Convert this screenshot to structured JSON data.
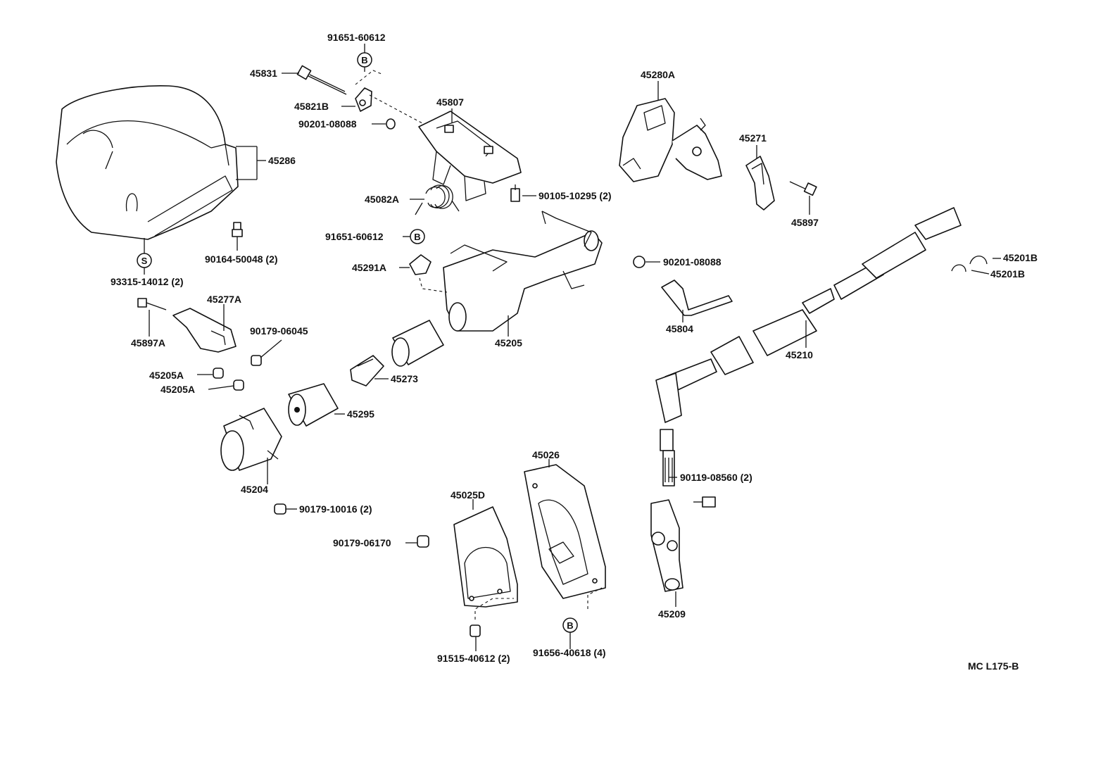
{
  "labels": {
    "l_91651_60612_top": "91651-60612",
    "l_45831": "45831",
    "l_45821B": "45821B",
    "l_90201_08088_a": "90201-08088",
    "l_45286": "45286",
    "l_45807": "45807",
    "l_45082A": "45082A",
    "l_90105_10295": "90105-10295 (2)",
    "l_91651_60612_mid": "91651-60612",
    "l_45280A": "45280A",
    "l_45271": "45271",
    "l_45897": "45897",
    "l_90164_50048": "90164-50048 (2)",
    "l_93315_14012": "93315-14012 (2)",
    "l_45291A": "45291A",
    "l_90201_08088_b": "90201-08088",
    "l_45201B_a": "45201B",
    "l_45201B_b": "45201B",
    "l_45277A": "45277A",
    "l_45897A": "45897A",
    "l_90179_06045": "90179-06045",
    "l_45205": "45205",
    "l_45804": "45804",
    "l_45210": "45210",
    "l_45205A_a": "45205A",
    "l_45205A_b": "45205A",
    "l_45273": "45273",
    "l_45295": "45295",
    "l_45204": "45204",
    "l_45026": "45026",
    "l_45025D": "45025D",
    "l_90119_08560": "90119-08560 (2)",
    "l_90179_10016": "90179-10016 (2)",
    "l_90179_06170": "90179-06170",
    "l_45209": "45209",
    "l_91515_40612": "91515-40612 (2)",
    "l_91656_40618": "91656-40618 (4)",
    "l_code": "MC L175-B"
  },
  "circle_markers": {
    "b_top": "B",
    "b_mid": "B",
    "b_bot": "B",
    "s_left": "S"
  }
}
